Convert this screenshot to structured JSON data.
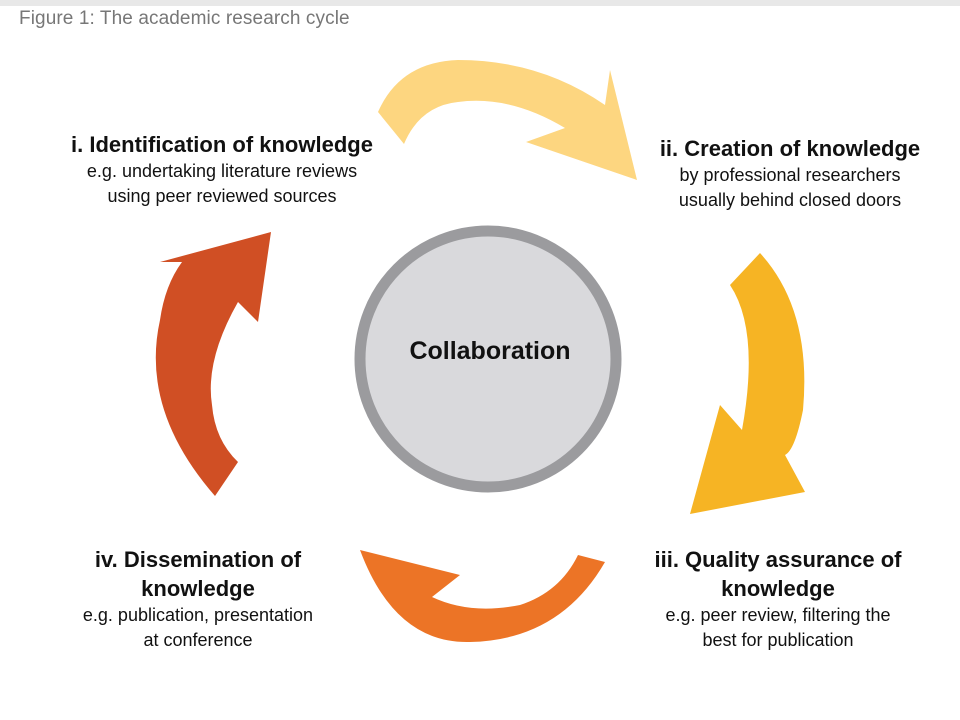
{
  "figure": {
    "caption": "Figure 1: The academic research cycle"
  },
  "center": {
    "label": "Collaboration",
    "fill": "#d9d9dc",
    "ring": "#9b9b9e"
  },
  "stages": [
    {
      "title": "i. Identification of knowledge",
      "description": [
        "e.g. undertaking literature reviews",
        "using peer reviewed sources"
      ]
    },
    {
      "title": "ii. Creation of knowledge",
      "description": [
        "by professional researchers",
        "usually behind closed doors"
      ]
    },
    {
      "title": [
        "iii. Quality assurance of",
        "knowledge"
      ],
      "description": [
        "e.g. peer review, filtering the",
        "best for publication"
      ]
    },
    {
      "title": [
        "iv. Dissemination of",
        "knowledge"
      ],
      "description": [
        "e.g. publication, presentation",
        "at conference"
      ]
    }
  ],
  "arrows": [
    {
      "name": "arrow-identification-to-creation",
      "color": "#fdd680"
    },
    {
      "name": "arrow-creation-to-quality",
      "color": "#f6b424"
    },
    {
      "name": "arrow-quality-to-dissemination",
      "color": "#ec7426"
    },
    {
      "name": "arrow-dissemination-to-identification",
      "color": "#d04f24"
    }
  ]
}
